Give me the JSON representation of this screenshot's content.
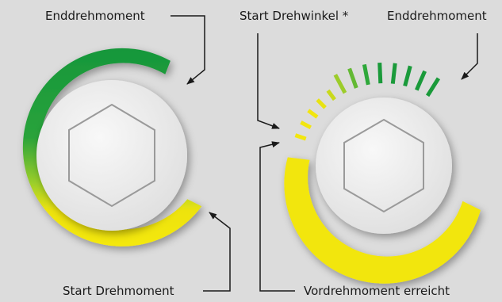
{
  "left_diagram": {
    "label_top": "Enddrehmoment",
    "label_bottom": "Start Drehmoment"
  },
  "right_diagram": {
    "label_top_left": "Start Drehwinkel *",
    "label_top_right": "Enddrehmoment",
    "label_bottom": "Vordrehmoment erreicht"
  },
  "colors": {
    "background": "#dcdcdc",
    "green": "#1a9a3a",
    "yellow": "#f2e60f",
    "bolt_face": "#eeeeee"
  }
}
